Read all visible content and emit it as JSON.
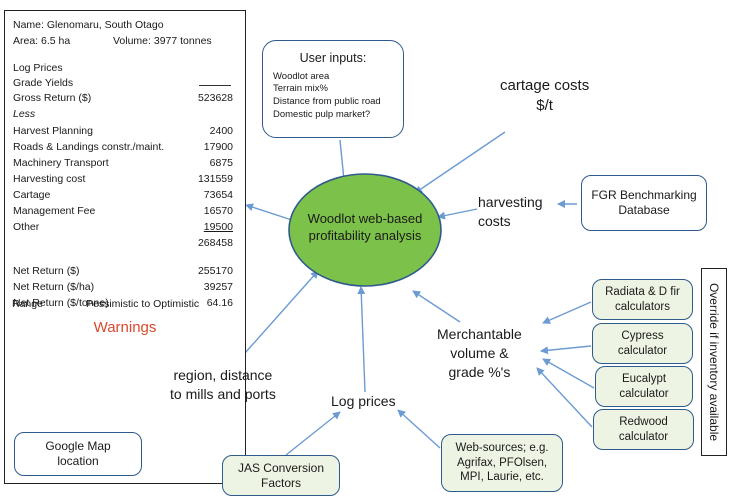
{
  "summary": {
    "name": "Name:  Glenomaru, South Otago",
    "area": "Area: 6.5 ha",
    "volume": "Volume: 3977 tonnes",
    "log_prices": "Log Prices",
    "grade_yields": "Grade Yields",
    "gross_return_label": "Gross Return ($)",
    "gross_return_value": "523628",
    "less": "Less",
    "rows": [
      {
        "label": "Harvest Planning",
        "value": "2400"
      },
      {
        "label": "Roads & Landings constr./maint.",
        "value": "17900"
      },
      {
        "label": "Machinery Transport",
        "value": "6875"
      },
      {
        "label": "Harvesting cost",
        "value": "131559"
      },
      {
        "label": "Cartage",
        "value": "73654"
      },
      {
        "label": "Management Fee",
        "value": "16570"
      },
      {
        "label": "Other",
        "value": "19500"
      }
    ],
    "total_costs": "268458",
    "net_return_label": "Net Return ($)",
    "net_return_value": "255170",
    "net_return_ha_label": "Net Return ($/ha)",
    "net_return_ha_value": "39257",
    "net_return_tonne_label": "Net Return ($/tonne)",
    "net_return_tonne_value": "64.16",
    "range_label": "Range",
    "range_value": "Pessimistic  to Optimistic",
    "warnings": "Warnings"
  },
  "user_inputs": {
    "title": "User inputs:",
    "items": [
      "Woodlot area",
      "Terrain mix%",
      "Distance from public road",
      "Domestic pulp market?"
    ]
  },
  "center": {
    "line1": "Woodlot web-based",
    "line2": "profitability analysis"
  },
  "labels": {
    "cartage_1": "cartage costs",
    "cartage_2": "$/t",
    "harvesting_1": "harvesting",
    "harvesting_2": "costs",
    "merch_1": "Merchantable",
    "merch_2": "volume &",
    "merch_3": "grade %'s",
    "region_1": "region, distance",
    "region_2": "to mills and ports",
    "log_prices": "Log prices"
  },
  "boxes": {
    "fgr_1": "FGR Benchmarking",
    "fgr_2": "Database",
    "radiata_1": "Radiata & D fir",
    "radiata_2": "calculators",
    "cypress_1": "Cypress",
    "cypress_2": "calculator",
    "eucalypt_1": "Eucalypt",
    "eucalypt_2": "calculator",
    "redwood_1": "Redwood",
    "redwood_2": "calculator",
    "google_1": "Google Map",
    "google_2": "location",
    "jas_1": "JAS Conversion",
    "jas_2": "Factors",
    "web_1": "Web-sources; e.g.",
    "web_2": "Agrifax, PFOlsen,",
    "web_3": "MPI, Laurie, etc."
  },
  "override": "Override if inventory available",
  "colors": {
    "ellipse_fill": "#7cc24a",
    "box_border": "#2f5b8c",
    "arrow": "#6c9bd2",
    "warnings": "#d94a2c",
    "green_box_fill": "#eef4e4"
  }
}
